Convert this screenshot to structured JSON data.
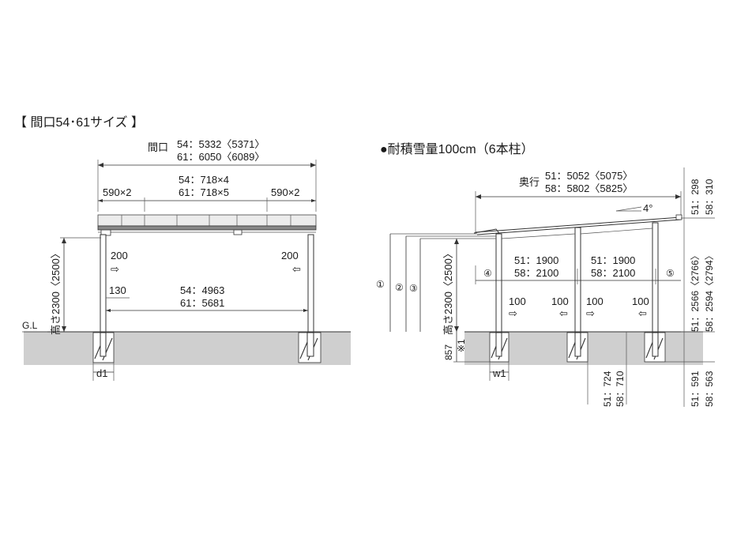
{
  "front_view": {
    "title": "【 間口54･61サイズ 】",
    "width_label": "間口",
    "width_54": "54：5332〈5371〉",
    "width_61": "61：6050〈6089〉",
    "rafter_54": "54：718×4",
    "rafter_61": "61：718×5",
    "end_left": "590×2",
    "end_right": "590×2",
    "overhang_left": "200",
    "overhang_right": "200",
    "offset": "130",
    "span_54": "54：4963",
    "span_61": "61：5681",
    "height": "高さ2300〈2500〉",
    "ground": "G.L",
    "footing_width": "d1"
  },
  "side_view": {
    "title": "●耐積雪量100cm（6本柱）",
    "depth_label": "奥行",
    "depth_51": "51：5052〈5075〉",
    "depth_58": "58：5802〈5825〉",
    "slope": "4°",
    "bay1_51": "51：1900",
    "bay1_58": "58：2100",
    "bay2_51": "51：1900",
    "bay2_58": "58：2100",
    "marker_4": "④",
    "marker_5": "⑤",
    "marker_1": "①",
    "marker_2": "②",
    "marker_3": "③",
    "height": "高さ2300〈2500〉",
    "ov1": "100",
    "ov2": "100",
    "ov3": "100",
    "ov4": "100",
    "embed": "857",
    "note": "※1",
    "footing_width": "w1",
    "right_h_51": "51：298",
    "right_h_58": "58：310",
    "right_post_51": "51：2566〈2766〉",
    "right_post_58": "58：2594〈2794〉",
    "mid_b_51": "51：724",
    "mid_b_58": "58：710",
    "right_b_51": "51：591",
    "right_b_58": "58：563"
  }
}
